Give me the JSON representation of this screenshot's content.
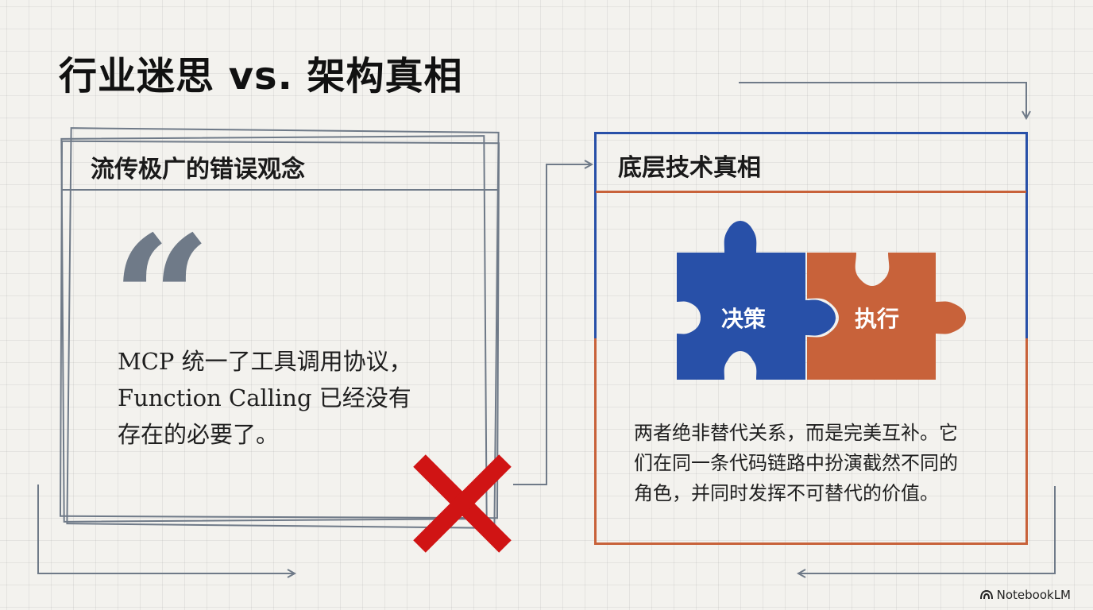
{
  "title": "行业迷思 vs. 架构真相",
  "myth": {
    "header": "流传极广的错误观念",
    "quote_mark": "“",
    "lines": [
      "MCP 统一了工具调用协议，",
      "Function Calling 已经没有",
      "存在的必要了。"
    ]
  },
  "truth": {
    "header": "底层技术真相",
    "piece_left": "决策",
    "piece_right": "执行",
    "lines": [
      "两者绝非替代关系，而是完美互补。它",
      "们在同一条代码链路中扮演截然不同的",
      "角色，并同时发挥不可替代的价值。"
    ]
  },
  "brand": "NotebookLM",
  "colors": {
    "blue": "#2850a8",
    "orange": "#c8623a",
    "gray": "#6f7a88",
    "red": "#d01414"
  },
  "icons": [
    "quote-icon",
    "cross-icon",
    "puzzle-icon",
    "arrow-icon",
    "notebooklm-logo-icon"
  ]
}
